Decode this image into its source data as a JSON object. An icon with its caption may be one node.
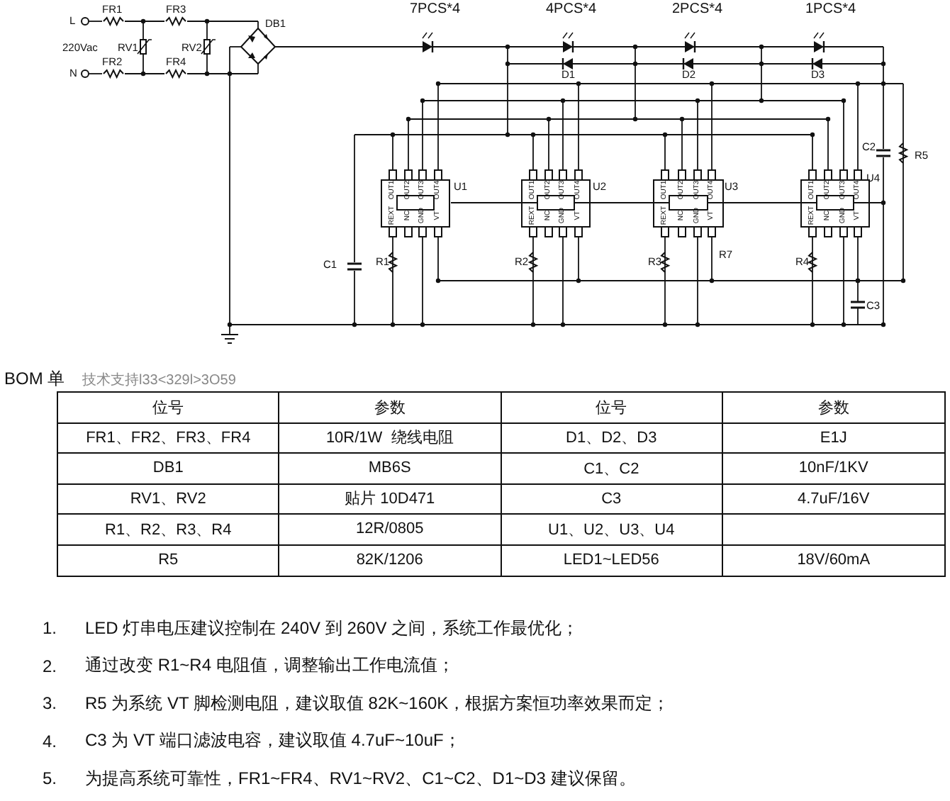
{
  "diagram": {
    "labels": [
      "L",
      "FR1",
      "FR3",
      "DB1",
      "7PCS*4",
      "4PCS*4",
      "2PCS*4",
      "1PCS*4",
      "220Vac",
      "RV1",
      "RV2",
      "N",
      "FR2",
      "FR4",
      "D1",
      "D2",
      "D3",
      "U1",
      "OUT1",
      "OUT2",
      "OUT3",
      "OUT4",
      "REXT",
      "NC",
      "GND",
      "VT",
      "U2",
      "OUT1",
      "OUT2",
      "OUT3",
      "OUT4",
      "REXT",
      "NC",
      "GND",
      "VT",
      "U3",
      "OUT1",
      "OUT2",
      "OUT3",
      "OUT4",
      "REXT",
      "NC",
      "GND",
      "VT",
      "U4",
      "OUT1",
      "OUT2",
      "OUT3",
      "OUT4",
      "REXT",
      "NC",
      "GND",
      "VT",
      "C2",
      "R5",
      "C1",
      "R1",
      "R2",
      "R3",
      "R7",
      "R4",
      "C3",
      "BOM 单",
      "技术支持l33<329l>3O59",
      "位号",
      "参数",
      "位号",
      "参数",
      "FR1、FR2、FR3、FR4",
      "10R/1W  绕线电阻",
      "D1、D2、D3",
      "E1J",
      "DB1",
      "MB6S",
      "C1、C2",
      "10nF/1KV",
      "RV1、RV2",
      "贴片 10D471",
      "C3",
      "4.7uF/16V",
      "R1、R2、R3、R4",
      "12R/0805",
      "U1、U2、U3、U4",
      "R5",
      "82K/1206",
      "LED1~LED56",
      "18V/60mA",
      "1.",
      "LED 灯串电压建议控制在 240V 到 260V 之间，系统工作最优化；",
      "2.",
      "通过改变 R1~R4 电阻值，调整输出工作电流值；",
      "3.",
      "R5 为系统 VT 脚检测电阻，建议取值 82K~160K，根据方案恒功率效果而定；",
      "4.",
      "C3 为 VT 端口滤波电容，建议取值 4.7uF~10uF；",
      "5.",
      "为提高系统可靠性，FR1~FR4、RV1~RV2、C1~C2、D1~D3 建议保留。"
    ]
  }
}
